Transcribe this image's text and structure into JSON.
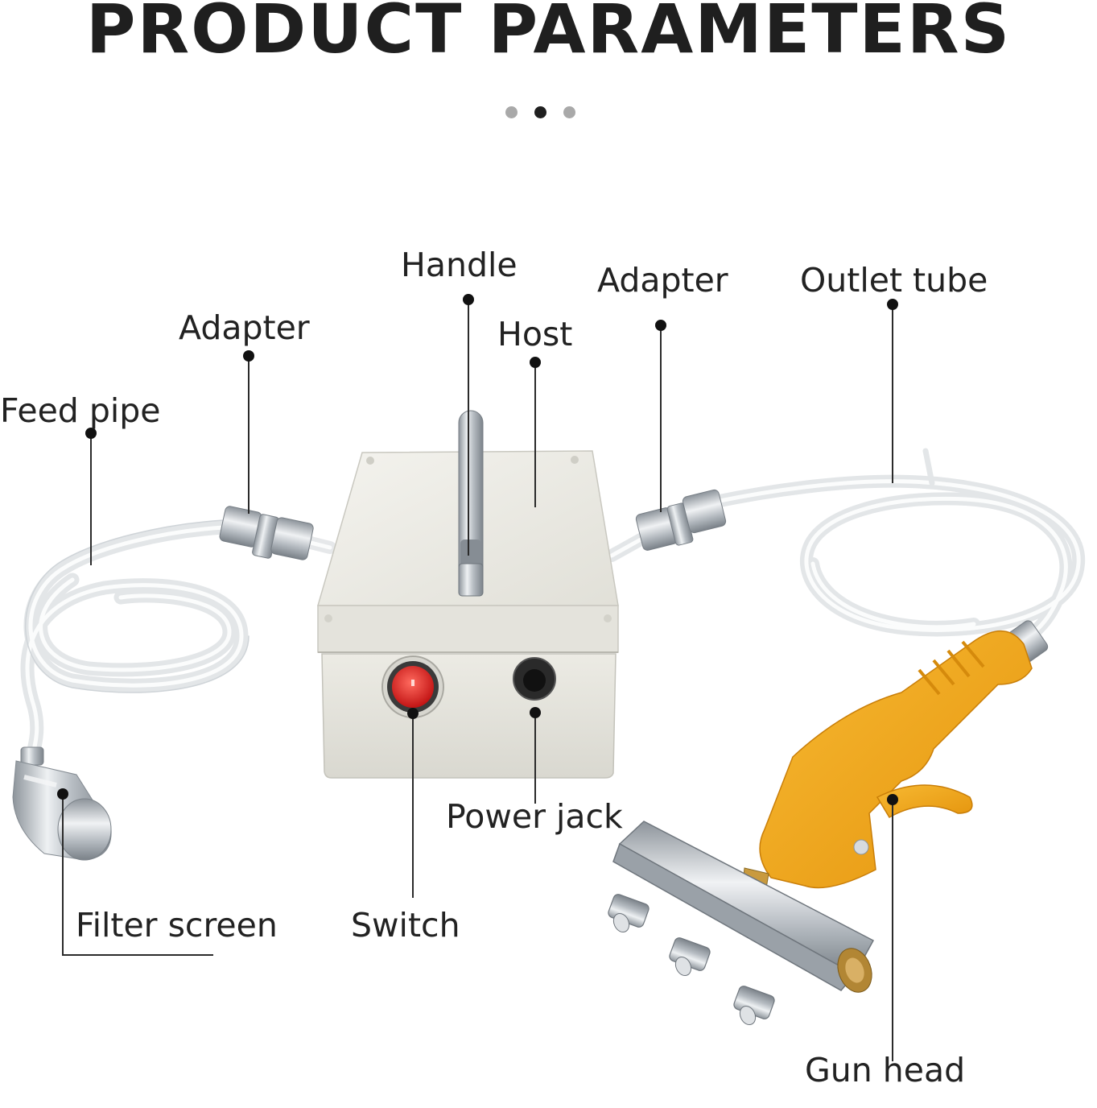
{
  "header": {
    "title": "PRODUCT PARAMETERS",
    "pager": {
      "count": 3,
      "active_index": 1,
      "active_color": "#1f1f1f",
      "inactive_color": "#a9a9a9"
    }
  },
  "labels": {
    "feed_pipe": "Feed pipe",
    "adapter_left": "Adapter",
    "handle": "Handle",
    "host": "Host",
    "adapter_right": "Adapter",
    "outlet_tube": "Outlet tube",
    "power_jack": "Power jack",
    "switch": "Switch",
    "filter_screen": "Filter screen",
    "gun_head": "Gun head"
  },
  "colors": {
    "leader_line": "#2b2b2b",
    "host_box": "#e7e6df",
    "gun_body": "#f2a820",
    "switch_red": "#e02424",
    "metal": "#b9bfc5",
    "brass": "#c99a3e"
  }
}
